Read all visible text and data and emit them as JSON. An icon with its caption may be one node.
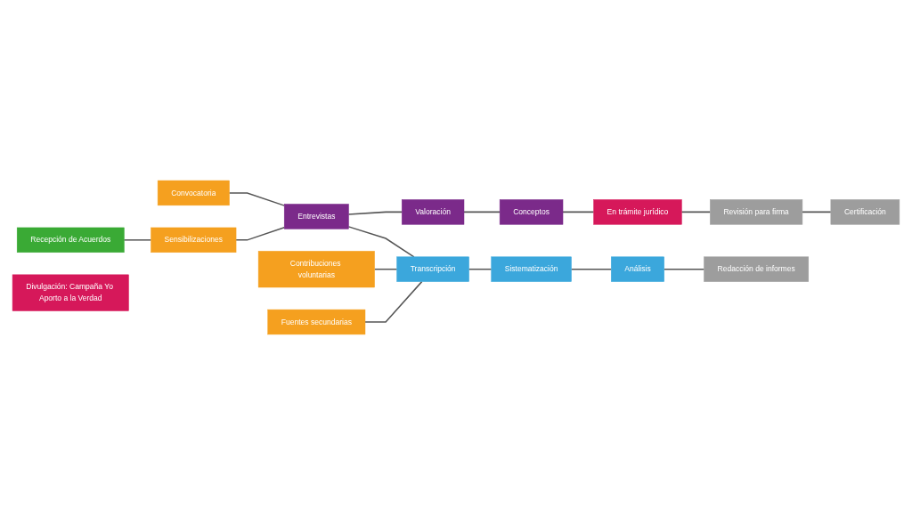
{
  "diagram": {
    "nodes": [
      {
        "text": [
          "Recepción de Acuerdos"
        ]
      },
      {
        "text": [
          "En trámite jurídico"
        ]
      },
      {
        "text": [
          "Convocatoria"
        ]
      },
      {
        "text": [
          "Entrevistas"
        ]
      },
      {
        "text": [
          "Valoración"
        ]
      },
      {
        "text": [
          "Conceptos"
        ]
      },
      {
        "text": [
          "Revisión para firma"
        ]
      },
      {
        "text": [
          "Sensibilizaciones"
        ]
      },
      {
        "text": [
          "Certificación"
        ]
      },
      {
        "text": [
          "Contribuciones voluntarias"
        ]
      },
      {
        "text": [
          "Transcripción"
        ]
      },
      {
        "text": [
          "Análisis"
        ]
      },
      {
        "text": [
          "Redacción de informes"
        ]
      },
      {
        "text": [
          "Fuentes secundarias"
        ]
      },
      {
        "text": [
          "Sistematización"
        ]
      },
      {
        "text": [
          "Divulgación: Campaña Yo Aporto a la Verdad"
        ]
      }
    ],
    "edges": [
      {
        "from": 0,
        "to": 7,
        "arrow": "none"
      },
      {
        "from": 2,
        "to": 3,
        "arrow": "none"
      },
      {
        "from": 7,
        "to": 3,
        "arrow": "none"
      },
      {
        "from": 3,
        "to": 4,
        "arrow": "none"
      },
      {
        "from": 4,
        "to": 5,
        "arrow": "none"
      },
      {
        "from": 5,
        "to": 1,
        "arrow": "none"
      },
      {
        "from": 1,
        "to": 6,
        "arrow": "none"
      },
      {
        "from": 6,
        "to": 8,
        "arrow": "none"
      },
      {
        "from": 3,
        "to": 10,
        "arrow": "none"
      },
      {
        "from": 9,
        "to": 10,
        "arrow": "none"
      },
      {
        "from": 13,
        "to": 10,
        "arrow": "none"
      },
      {
        "from": 10,
        "to": 14,
        "arrow": "none"
      },
      {
        "from": 14,
        "to": 11,
        "arrow": "none"
      },
      {
        "from": 11,
        "to": 12,
        "arrow": "none"
      }
    ]
  }
}
